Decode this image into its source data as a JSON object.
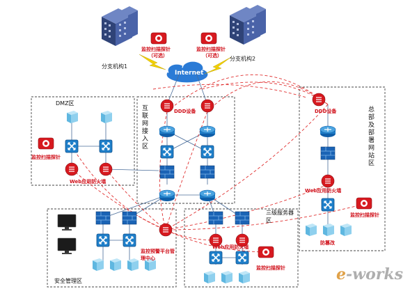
{
  "labels": {
    "branch1": "分支机构1",
    "branch2": "分支机构2",
    "probe_top1": "监控扫描探针",
    "probe_top1_sub": "（可选）",
    "probe_top2": "监控扫描探针",
    "probe_top2_sub": "（可选）",
    "internet": "Internet",
    "dmz": "DMZ区",
    "internet_access": "互联网接入区",
    "hq": "总部及部署网站区",
    "ddd_left": "DDD设备",
    "ddd_right": "DDD设备",
    "probe_dmz": "监控扫描探针",
    "waf_dmz": "Web应用防火墙",
    "waf_hq": "Web应用防火墙",
    "probe_hq": "监控扫描探针",
    "anti_tamper": "防篡改",
    "level3": "三级服务器区",
    "waf_l3": "Web应用防火墙",
    "probe_l3": "监控扫描探针",
    "platform": "监控预警平台管理中心",
    "security_mgmt": "安全管理区"
  },
  "watermark": "e-works",
  "colors": {
    "zone_border": "#444444",
    "dash_link": "#e03030",
    "switch": "#1f7fc9",
    "firewall": "#1a63b5",
    "probe": "#d7191f",
    "building": "#3a4f8c",
    "server": "#7fc8e8",
    "bolt": "#f2d000"
  }
}
